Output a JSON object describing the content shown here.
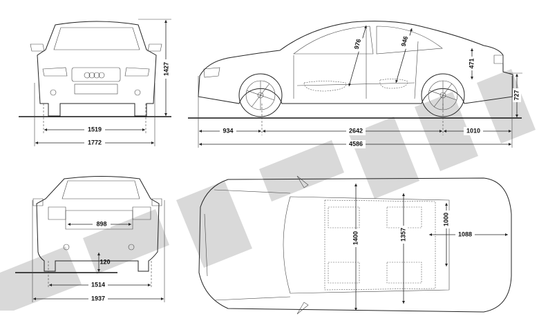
{
  "watermark": "3Dcar.ru",
  "front_view": {
    "height": "1427",
    "track": "1519",
    "width": "1772"
  },
  "side_view": {
    "front_overhang": "934",
    "wheelbase": "2642",
    "rear_overhang": "1010",
    "length": "4586",
    "front_headroom": "976",
    "rear_headroom": "946",
    "trunk_opening_height": "471",
    "loading_sill_height": "727"
  },
  "rear_view": {
    "trunk_opening_width": "898",
    "ground_clearance": "120",
    "track": "1514",
    "width_with_mirrors": "1937"
  },
  "top_view": {
    "front_shoulder_width": "1400",
    "rear_shoulder_width": "1357",
    "trunk_width": "1000",
    "trunk_length": "1088"
  },
  "colors": {
    "line": "#222222",
    "watermark": "#c8c8c8"
  }
}
